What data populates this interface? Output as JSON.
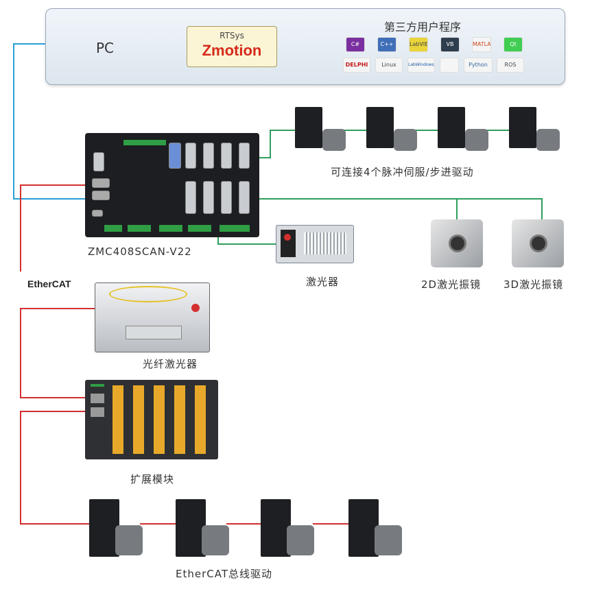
{
  "pc": {
    "label": "PC",
    "rtsys_top": "RTSys",
    "rtsys_main": "Zmotion",
    "third_party_title": "第三方用户程序",
    "logos": [
      "C#",
      "C++",
      "LabVIEW",
      "VB",
      "MATLAB",
      "Qt",
      "DELPHI",
      "Linux",
      "LabWindows/CVI",
      "Python",
      "ROS"
    ]
  },
  "labels": {
    "controller": "ZMC408SCAN-V22",
    "servo_pulse": "可连接4个脉冲伺服/步进驱动",
    "laser": "激光器",
    "galvo_2d": "2D激光振镜",
    "galvo_3d": "3D激光振镜",
    "ethercat_logo": "EtherCAT",
    "fiber_laser": "光纤激光器",
    "expansion": "扩展模块",
    "ethercat_drive": "EtherCAT总线驱动"
  },
  "colors": {
    "ethernet": "#2a9fd6",
    "ethercat": "#d32f2f",
    "pulse": "#2e9e5b"
  }
}
